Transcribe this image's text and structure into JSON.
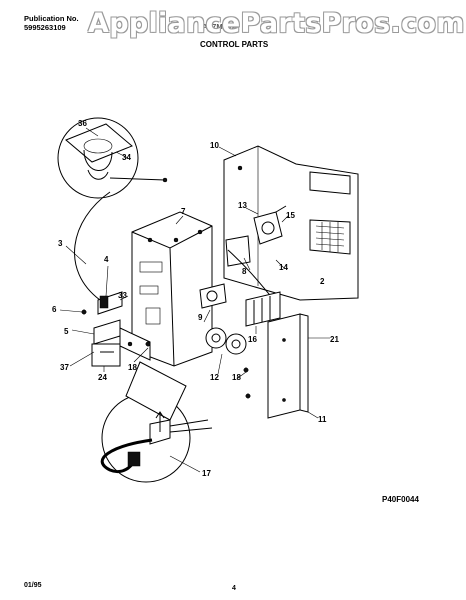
{
  "header": {
    "publication_label": "Publication No.",
    "publication_number": "5995263109",
    "model": "FAL7MW/A",
    "section_title": "CONTROL PARTS"
  },
  "watermark": "AppliancePartsPros.com",
  "figure_code": "P40F0044",
  "footer": {
    "date": "01/95",
    "page": "4"
  },
  "callouts": [
    "36",
    "34",
    "10",
    "7",
    "13",
    "15",
    "3",
    "4",
    "8",
    "2",
    "14",
    "6",
    "33",
    "9",
    "5",
    "16",
    "21",
    "37",
    "24",
    "18",
    "12",
    "18",
    "11",
    "17"
  ]
}
